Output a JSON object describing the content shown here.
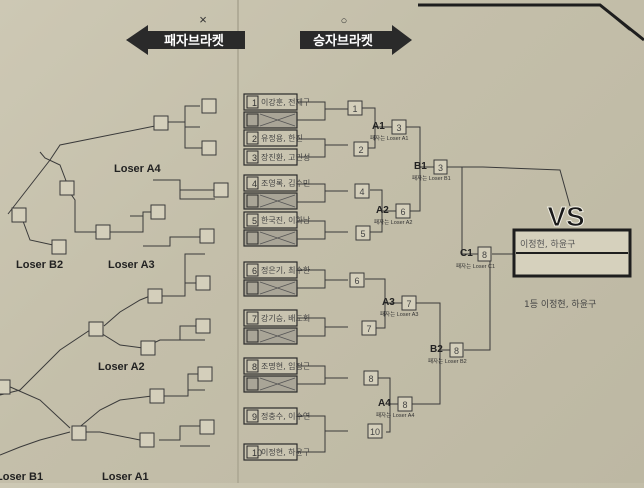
{
  "header": {
    "loser_bracket_label": "패자브라켓",
    "winner_bracket_label": "승자브라켓",
    "loser_mark": "×",
    "winner_mark": "○"
  },
  "entries": [
    {
      "seed": "1",
      "names": "이강훈, 전재구"
    },
    {
      "seed": "",
      "names": ""
    },
    {
      "seed": "2",
      "names": "유정용, 한진"
    },
    {
      "seed": "3",
      "names": "장진환, 고민성"
    },
    {
      "seed": "4",
      "names": "조영록, 김수민"
    },
    {
      "seed": "",
      "names": ""
    },
    {
      "seed": "5",
      "names": "한국진, 이화남"
    },
    {
      "seed": "",
      "names": ""
    },
    {
      "seed": "6",
      "names": "정은기, 최수한"
    },
    {
      "seed": "",
      "names": ""
    },
    {
      "seed": "7",
      "names": "강기승, 배도회"
    },
    {
      "seed": "",
      "names": ""
    },
    {
      "seed": "8",
      "names": "조명현, 임정근"
    },
    {
      "seed": "",
      "names": ""
    },
    {
      "seed": "9",
      "names": "정충수, 이수연"
    },
    {
      "seed": "10",
      "names": "이정현, 하윤구"
    }
  ],
  "winner_round1": [
    "1",
    "2",
    "4",
    "5",
    "6",
    "7",
    "8",
    "10"
  ],
  "winner_round2": [
    {
      "id": "A1",
      "value": "3",
      "note": "패자는 Loser A1"
    },
    {
      "id": "A2",
      "value": "6",
      "note": "패자는 Loser A2"
    },
    {
      "id": "A3",
      "value": "7",
      "note": "패자는 Loser A3"
    },
    {
      "id": "A4",
      "value": "8",
      "note": "패자는 Loser A4"
    }
  ],
  "winner_round3": [
    {
      "id": "B1",
      "value": "3",
      "note": "패자는 Loser B1"
    },
    {
      "id": "B2",
      "value": "8",
      "note": "패자는 Loser B2"
    }
  ],
  "winner_round4": {
    "id": "C1",
    "value": "8",
    "note": "패자는 Loser C1"
  },
  "final": {
    "vs_label": "VS",
    "slot1": "이정현, 하윤구",
    "slot2": "",
    "note": "1등 이정현, 하윤구"
  },
  "loser_labels": [
    "Loser A4",
    "Loser B2",
    "Loser A3",
    "Loser A2",
    "Loser B1",
    "Loser A1"
  ]
}
